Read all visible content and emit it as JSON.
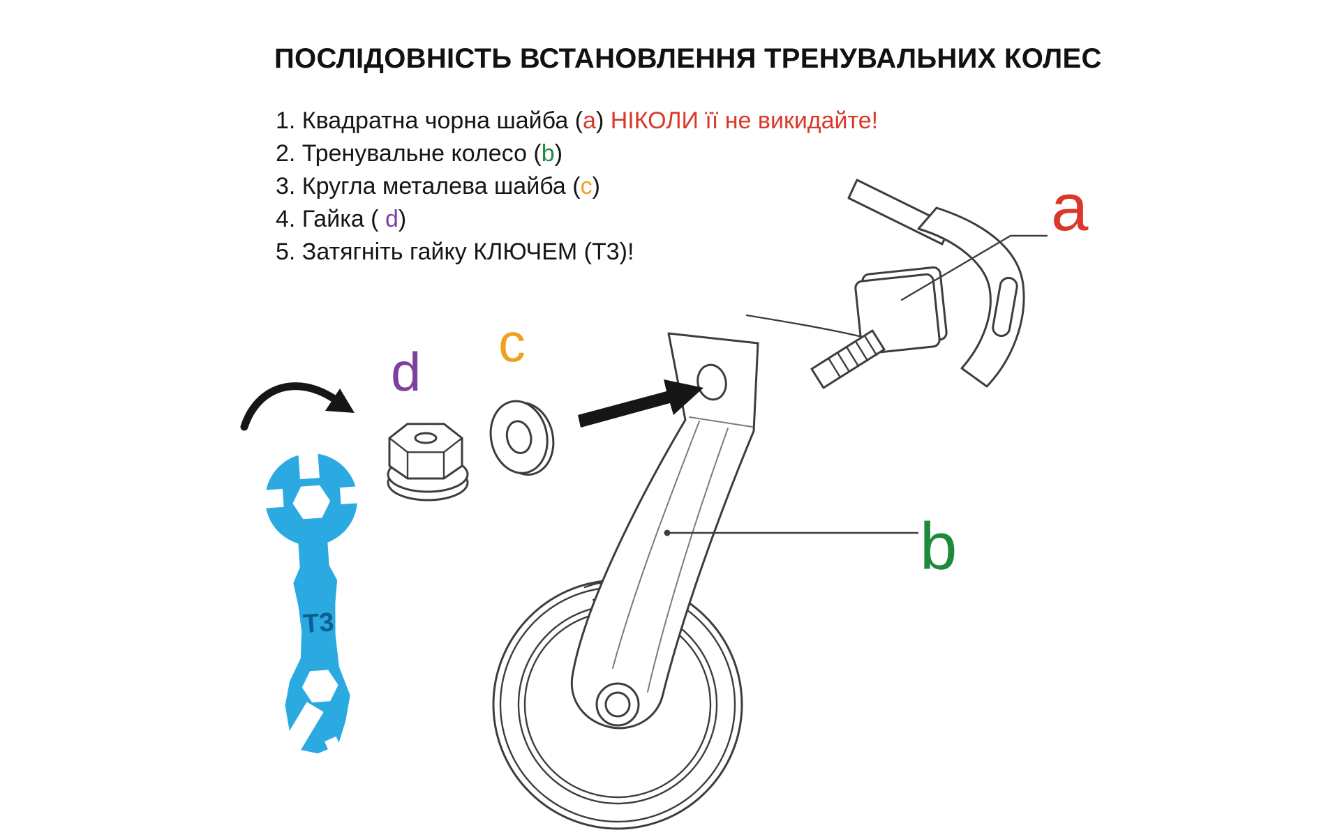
{
  "title": "ПОСЛІДОВНІСТЬ ВСТАНОВЛЕННЯ ТРЕНУВАЛЬНИХ КОЛЕС",
  "steps": [
    {
      "pre": "1. Квадратна чорна шайба (",
      "key": "a",
      "post": ") ",
      "warning": "НІКОЛИ її не викидайте!"
    },
    {
      "pre": "2. Тренувальне колесо (",
      "key": "b",
      "post": ")",
      "warning": ""
    },
    {
      "pre": "3. Кругла металева шайба (",
      "key": "c",
      "post": ")",
      "warning": ""
    },
    {
      "pre": "4. Гайка ( ",
      "key": "d",
      "post": ")",
      "warning": ""
    },
    {
      "pre": "5. Затягніть гайку КЛЮЧЕМ (Т3)!",
      "key": "",
      "post": "",
      "warning": ""
    }
  ],
  "diagram": {
    "labels": {
      "a": "a",
      "b": "b",
      "c": "c",
      "d": "d",
      "wrench_mark": "Т3"
    }
  },
  "colors": {
    "a": "#d9382a",
    "b": "#1e8a3c",
    "c": "#f0a21e",
    "d": "#7e3f9d",
    "warning": "#d9382a",
    "wrench_blue": "#2BAAE2",
    "wrench_mark": "#0b5f93",
    "line_art": "#3d3d3d"
  }
}
